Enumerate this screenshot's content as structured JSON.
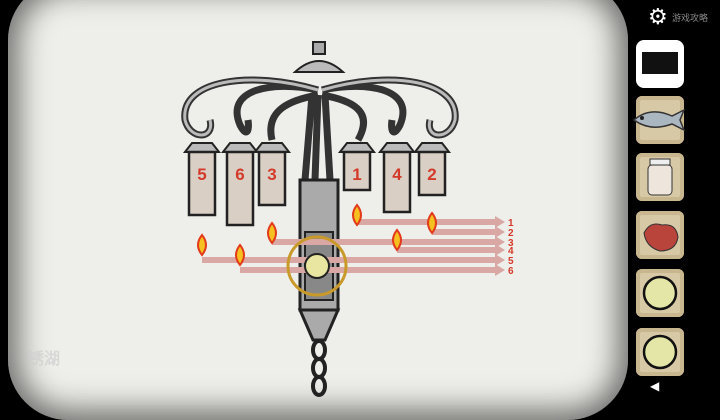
{
  "candles": [
    {
      "label": "5"
    },
    {
      "label": "6"
    },
    {
      "label": "3"
    },
    {
      "label": "1"
    },
    {
      "label": "4"
    },
    {
      "label": "2"
    }
  ],
  "arrow_labels": [
    "1",
    "2",
    "3",
    "4",
    "5",
    "6"
  ],
  "topbar": {
    "settings_icon": "gear-icon",
    "guide_label": "游戏攻略"
  },
  "inventory": {
    "items": [
      {
        "name": "black-card",
        "selected": true
      },
      {
        "name": "fish"
      },
      {
        "name": "empty-jar"
      },
      {
        "name": "heart"
      },
      {
        "name": "yellow-disc"
      },
      {
        "name": "yellow-disc"
      }
    ],
    "back_icon": "triangle-left-icon"
  },
  "watermark": "锈湖"
}
